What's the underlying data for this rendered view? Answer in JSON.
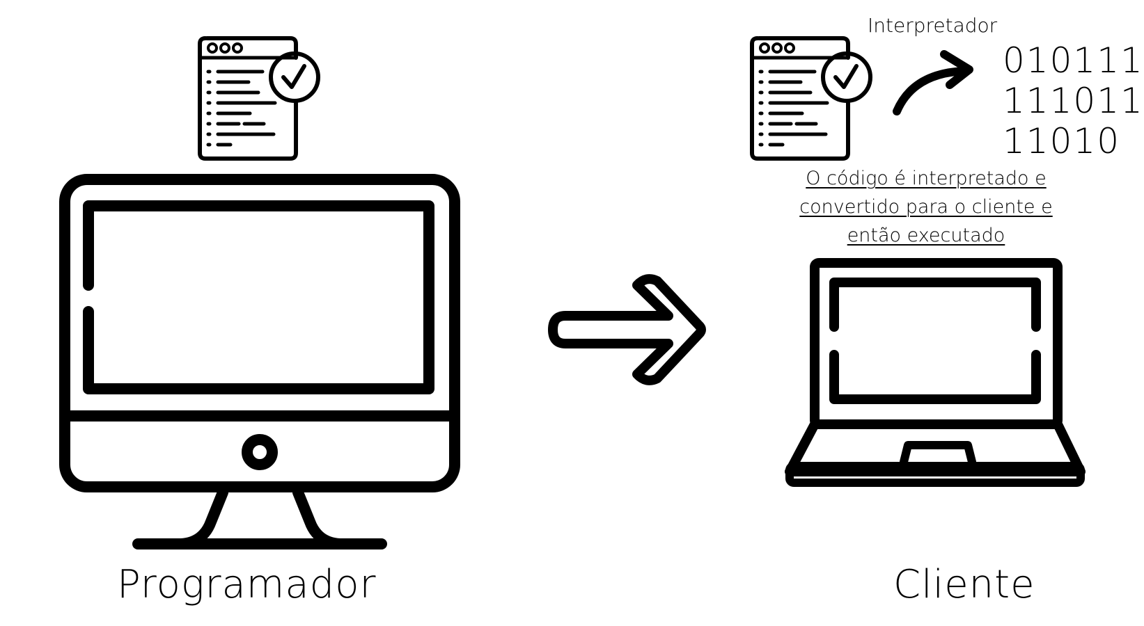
{
  "programmer_label": "Programador",
  "client_label": "Cliente",
  "interpreter_label": "Interpretador",
  "caption": "O código é interpretado e convertido para o cliente e então executado",
  "binary_rows": [
    "010111",
    "111011",
    "11010"
  ],
  "icons": [
    "code-document-icon",
    "desktop-monitor-icon",
    "right-arrow-icon",
    "curved-arrow-icon",
    "laptop-icon"
  ],
  "colors": {
    "stroke": "#000000",
    "background": "#ffffff"
  }
}
